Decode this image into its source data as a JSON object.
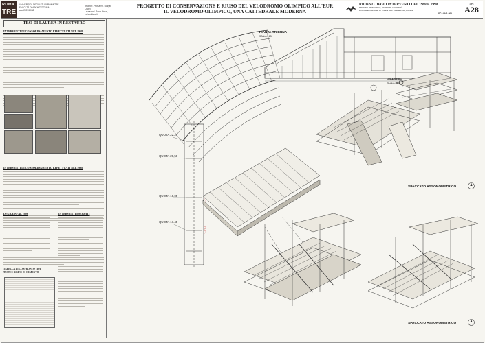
{
  "header": {
    "logo_line1": "ROMA",
    "logo_line2": "TRE",
    "university_lines": [
      "UNIVERSITÀ DEGLI STUDI ROMA TRE",
      "FACOLTÀ DI ARCHITETTURA",
      "a.a. 2007/2008"
    ],
    "advisor_lines": [
      "Relatori: Prof. Arch. Giorgio Ciucci",
      "Laureandi: Paolo Rossi, Luisa Bianchi"
    ],
    "title_line1": "PROGETTO DI CONSERVAZIONE E RIUSO DEL VELODROMO OLIMPICO ALL'EUR",
    "title_line2": "IL VELODROMO OLIMPICO, UNA CATTEDRALE MODERNA",
    "right_title": "RILIEVO DEGLI INTERVENTI DEL 1968 E 1998",
    "right_sub_lines": [
      "TRIBUNA PRINCIPALE, SETTORE AUTORITÀ",
      "DOCUMENTAZIONE ATTUALE DEL 1968 E 1998, PIANTE"
    ],
    "scale": "SCALA 1:200",
    "tav_label": "Tav.",
    "tav_number": "A28"
  },
  "left_panel": {
    "thesis_title": "TESI DI LAUREA IN RESTAURO",
    "section1_title": "INTERVENTI DI CONSOLIDAMENTO EFFETTUATI NEL 1968",
    "section2_title": "INTERVENTI DI CONSOLIDAMENTO EFFETTUATI NEL 1998",
    "section3_title": "DEGRADO AL 1998",
    "section4_title": "INTERVENTI ESEGUITI",
    "table_title_line1": "TABELLA DI CONFRONTO TRA",
    "table_title_line2": "TESTI E RISINE DI CEMENTO"
  },
  "labels": {
    "pianta_tribuna": "PIANTA TRIBUNA",
    "pianta_scale": "SCALA 1:200",
    "sezione": "SEZIONE",
    "sezione_scale": "SCALA 1:200",
    "quota_1": "QUOTA 22.20",
    "quota_2": "QUOTA 20.50",
    "quota_3": "QUOTA 10.05",
    "quota_4": "QUOTA 17.45",
    "spaccato_1": "SPACCATO ASSONOMETRICO",
    "spaccato_2": "SPACCATO ASSONOMETRICO"
  }
}
